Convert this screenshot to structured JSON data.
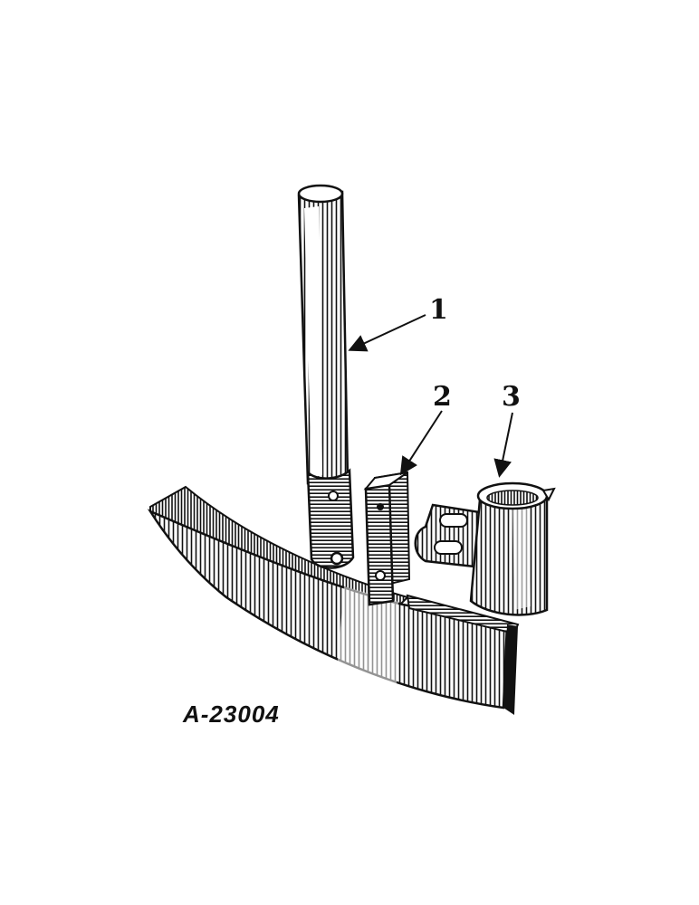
{
  "diagram": {
    "figure_id": "A-23004",
    "callouts": [
      {
        "id": "1"
      },
      {
        "id": "2"
      },
      {
        "id": "3"
      }
    ],
    "parts": [
      {
        "icon": "handle-icon"
      },
      {
        "icon": "bracket-icon"
      },
      {
        "icon": "socket-icon"
      },
      {
        "icon": "clip-icon"
      },
      {
        "icon": "curved-blade-icon"
      }
    ],
    "colors": {
      "ink": "#111111",
      "paper": "#ffffff"
    }
  }
}
